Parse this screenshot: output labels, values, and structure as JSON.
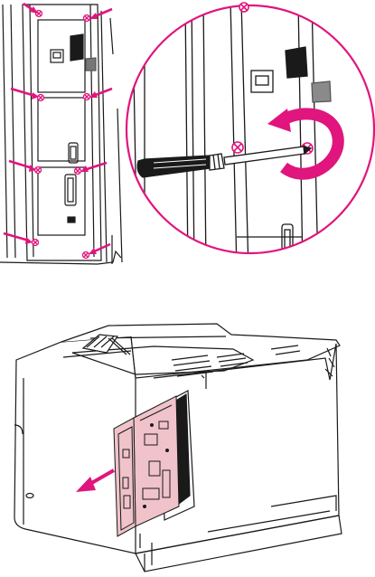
{
  "figure": {
    "panels": [
      {
        "name": "formatter-removal-screws",
        "screw_count": 8,
        "arrow_count": 8
      },
      {
        "name": "formatter-slide-out"
      }
    ],
    "colors": {
      "ink": "#1a1a1a",
      "accent": "#e0157d",
      "board": "#efc3c9",
      "background": "#ffffff"
    },
    "icons": [
      "screw-icon",
      "screwdriver-icon",
      "rotate-counterclockwise-arrow-icon",
      "pull-out-arrow-icon"
    ]
  }
}
